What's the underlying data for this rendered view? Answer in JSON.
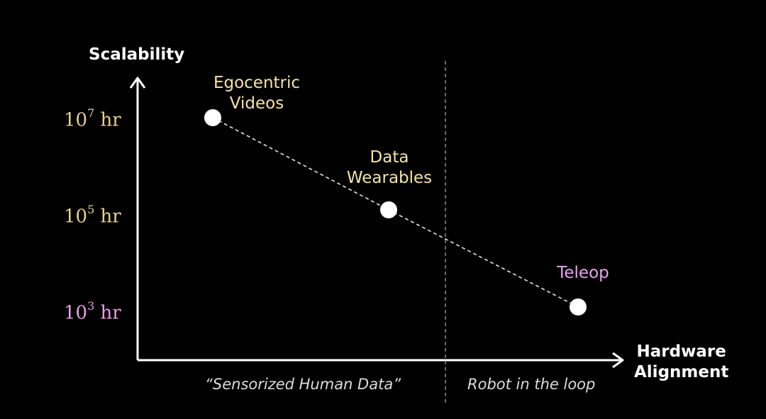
{
  "y_axis": {
    "title": "Scalability"
  },
  "x_axis": {
    "title_line1": "Hardware",
    "title_line2": "Alignment"
  },
  "y_ticks": [
    {
      "base": "10",
      "exp": "7",
      "unit": "hr",
      "color": "#e8cf8f"
    },
    {
      "base": "10",
      "exp": "5",
      "unit": "hr",
      "color": "#e8cf8f"
    },
    {
      "base": "10",
      "exp": "3",
      "unit": "hr",
      "color": "#e99ee6"
    }
  ],
  "points": [
    {
      "label_line1": "Egocentric",
      "label_line2": "Videos",
      "color": "#f4e3a4",
      "hours_exp": 7
    },
    {
      "label_line1": "Data",
      "label_line2": "Wearables",
      "color": "#f4e3a4",
      "hours_exp": 5
    },
    {
      "label_line1": "Teleop",
      "label_line2": "",
      "color": "#e9a3ee",
      "hours_exp": 3
    }
  ],
  "regions": {
    "left": "“Sensorized Human Data”",
    "right": "Robot in the loop"
  }
}
